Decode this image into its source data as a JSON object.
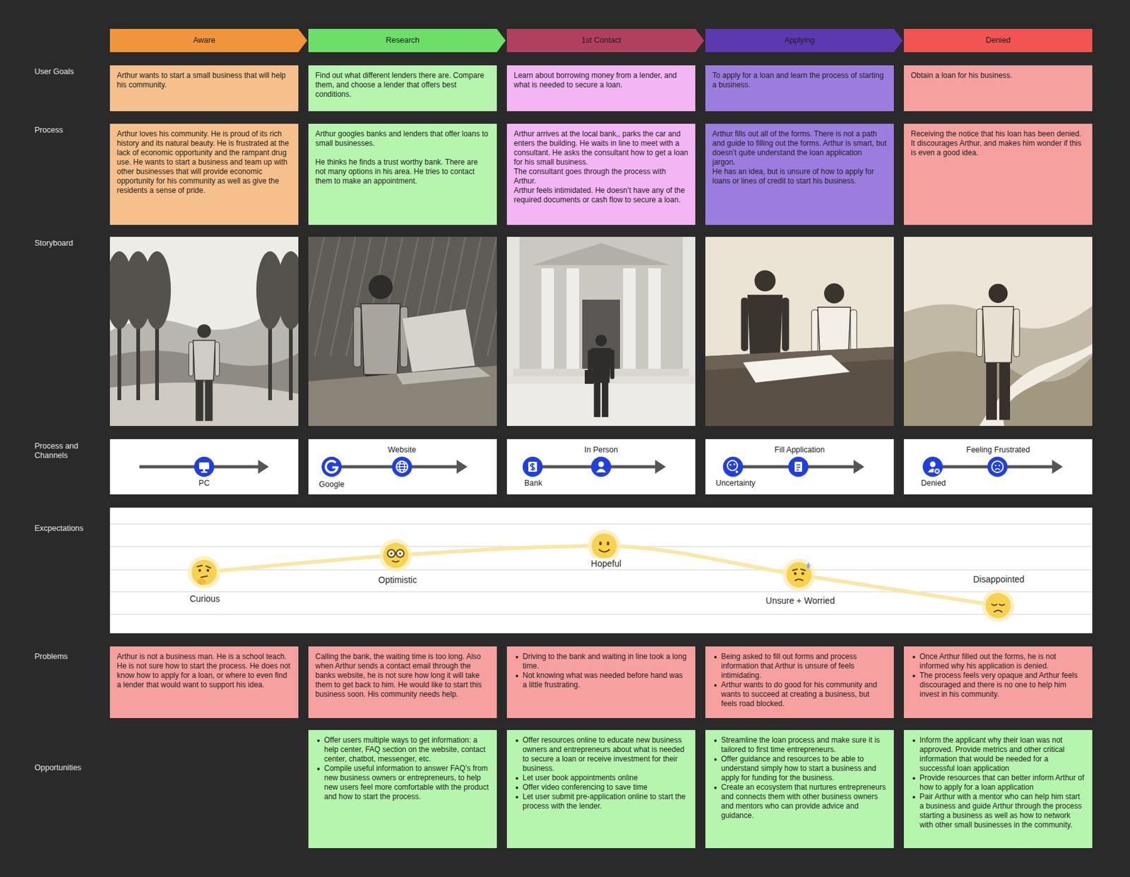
{
  "diagram": {
    "nodes": [
      {
        "text": [
          "Aware"
        ]
      },
      {
        "text": [
          "Research"
        ]
      },
      {
        "text": [
          "1st Contact"
        ]
      },
      {
        "text": [
          "Applying"
        ]
      },
      {
        "text": [
          "Denied"
        ]
      },
      {
        "text": [
          "Arthur wants to start a small business that will help his community."
        ]
      },
      {
        "text": [
          "Find out what different lenders there are. Compare them, and choose a lender that offers best conditions."
        ]
      },
      {
        "text": [
          "Learn about borrowing money from a lender, and what is needed to secure a loan."
        ]
      },
      {
        "text": [
          "To apply for a loan and learn the process of starting a business."
        ]
      },
      {
        "text": [
          "Obtain a loan for his business."
        ]
      },
      {
        "text": [
          "Arthur loves his community. He is proud of its rich history and its natural beauty. He is frustrated at the lack of economic opportunity and the rampant drug use. He wants to start a business and team up with other businesses that will provide economic opportunity for his community as well as give the residents a sense of pride."
        ]
      },
      {
        "text": [
          "Arthur googles banks and lenders that offer loans to small businesses.",
          "He thinks he finds a trust worthy bank. There are not many options in his area. He tries to contact them to make an appointment."
        ]
      },
      {
        "text": [
          "Arthur arrives at the local bank,, parks the car and enters the building. He waits in line to meet with a consultant. He asks the consultant how to get a loan for his small business.",
          "The consultant goes through the process with Arthur.",
          "Arthur feels intimidated. He doesn’t have any of the required documents or cash flow to secure a loan."
        ]
      },
      {
        "text": [
          "Arthur fills out all of the forms. There is not a path and guide to filling out the forms. Arthur is smart, but doesn’t quite understand the loan application jargon.",
          "He has an idea, but is unsure of how to apply for loans or lines of credit to start his business."
        ]
      },
      {
        "text": [
          "Receiving the notice that his loan has been denied. It discourages Arthur, and makes him wonder if this is even a good idea."
        ]
      },
      {
        "text": [
          "PC"
        ]
      },
      {
        "text": [
          "Website",
          "Google"
        ]
      },
      {
        "text": [
          "In Person",
          "Bank"
        ]
      },
      {
        "text": [
          "Fill Application",
          "Uncertainty"
        ]
      },
      {
        "text": [
          "Feeling Frustrated",
          "Denied"
        ]
      },
      {
        "text": [
          "Curious",
          "Optimistic",
          "Hopeful",
          "Unsure + Worried",
          "Disappointed"
        ]
      },
      {
        "text": [
          "Arthur is not a business man. He is a school teach. He is not sure how to start the process. He does not know how to apply for a loan, or where to even find a lender that would want to support his idea."
        ]
      },
      {
        "text": [
          "Calling the bank, the waiting time is too long. Also when Arthur sends a contact email through the banks website, he is not sure how long it will take them to get back to him. He would like to start this business soon. His community needs help."
        ]
      },
      {
        "text": [
          "Driving to the bank and waiting in line took a long time.",
          "Not knowing what was needed before hand was a little frustrating."
        ]
      },
      {
        "text": [
          "Being asked to fill out forms and process information that Arthur is unsure of feels intimidating.",
          "Arthur wants to do good for his community and wants to succeed at creating a business, but feels road blocked."
        ]
      },
      {
        "text": [
          "Once Arthur filled out the forms, he is not informed why his application is denied.",
          "The process feels very opaque and Arthur feels discouraged and there is no one to help him invest in his community."
        ]
      },
      {
        "text": [
          "Offer users multiple ways to get information: a help center, FAQ section on the website, contact center, chatbot, messenger, etc.",
          "Compile useful information to answer FAQ’s from new business owners or entrepreneurs, to help new users feel more comfortable with the product and how to start the process."
        ]
      },
      {
        "text": [
          "Offer resources online to educate new business owners and entrepreneurs about what is needed to secure a loan or receive investment for their business.",
          "Let user book appointments online",
          "Offer video conferencing to save time",
          "Let user submit pre-application online to start the process with the lender."
        ]
      },
      {
        "text": [
          "Streamline the loan process and make sure it is tailored to first time entrepreneurs.",
          "Offer guidance and resources to be able to understand simply how to start a business and apply for funding for the business.",
          "Create an ecosystem that nurtures entrepreneurs and connects them with other business owners and mentors who can provide advice and guidance."
        ]
      },
      {
        "text": [
          "Inform the applicant why their loan was not approved. Provide metrics and other critical information that would be needed for a successful loan application",
          "Provide resources that can better inform Arthur of how to apply for a loan application",
          "Pair Arthur with a mentor who can help him start a business and guide Arthur through the process starting a business as well as how to network with other small businesses in the community."
        ]
      }
    ],
    "labels": [
      "User Goals",
      "Process",
      "Storyboard",
      "Process and Channels",
      "Excpectations",
      "Problems",
      "Opportunities"
    ]
  }
}
